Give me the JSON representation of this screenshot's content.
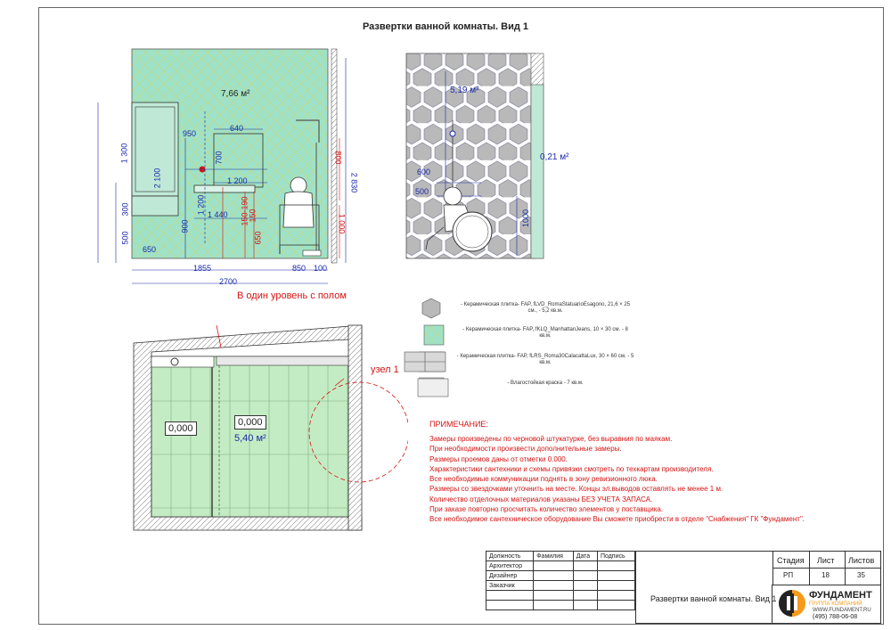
{
  "title": "Развертки ванной комнаты. Вид 1",
  "view1": {
    "area": "7,66 м²",
    "dims": {
      "d640": "640",
      "d950": "950",
      "d700": "700",
      "d1200a": "1 200",
      "d1200b": "1 200",
      "d1440": "1 440",
      "d2100": "2 100",
      "d150": "150",
      "d900": "900",
      "d650v": "650",
      "d150_190": "150-190",
      "d150b": "150",
      "d1300": "1 300",
      "d300": "300",
      "d500": "500",
      "d650h": "650",
      "d1855": "1855",
      "d850": "850",
      "d100": "100",
      "d2700": "2700",
      "d800": "800",
      "d2830": "2 830",
      "d1000": "1 000"
    }
  },
  "view2": {
    "area_main": "5,19 м²",
    "area_small": "0,21 м²",
    "dims": {
      "d600": "600",
      "d500": "500",
      "d1000": "1000"
    }
  },
  "plan": {
    "annotation": "В один уровень  с полом",
    "node": "узел 1",
    "level_left": "0,000",
    "level_right": "0,000",
    "area": "5,40 м²"
  },
  "legend": [
    {
      "icon": "hexagon-tile-icon",
      "text": "- Керамическая плитка- FAP, fLVD_RomaStatuarioEsagono, 21,6 × 25 см., - 5,2 кв.м."
    },
    {
      "icon": "herringbone-tile-icon",
      "text": "- Керамическая плитка- FAP, fKLQ_ManhattanJeans, 10 × 30 см. - 8 кв.м."
    },
    {
      "icon": "large-tile-icon",
      "text": "- Керамическая плитка- FAP, fLRS_Roma30CalacattaLux, 30 × 60 см. - 5 кв.м."
    },
    {
      "icon": "paint-swatch-icon",
      "text": "- Влагостойкая краска - 7 кв.м."
    }
  ],
  "notes": {
    "title": "ПРИМЕЧАНИЕ:",
    "lines": [
      "Замеры произведены по черновой штукатурке, без выравния по маякам.",
      "При необходимости произвести дополнительные замеры.",
      "Размеры проемов даны от отметки 0.000.",
      "Характеристики сантехники и схемы привязки смотреть по техкартам производителя.",
      "Все необходимые коммуникации поднять в зону ревизионного люка.",
      "Размеры со звездочками уточнить на месте. Концы эл.выводов оставлять не менее 1 м.",
      "Количество отделочных материалов указаны БЕЗ УЧЕТА ЗАПАСА.",
      "При заказе повторно просчитать количество элементов у поставщика.",
      "Все необходимое сантехническое оборудование Вы сможете приобрести в отделе \"Снабжения\"  ГК \"Фундамент\"."
    ]
  },
  "stamp": {
    "headers": [
      "Должность",
      "Фамилия",
      "Дата",
      "Подпись"
    ],
    "roles": [
      "Архитектор",
      "Дизайнер",
      "Заказчик"
    ],
    "stage_label": "Стадия",
    "sheet_label": "Лист",
    "sheets_label": "Листов",
    "stage": "РП",
    "sheet": "18",
    "sheets": "35",
    "sheet_title": "Развертки ванной комнаты. Вид 1",
    "company": "ФУНДАМЕНТ",
    "company_sub": "ГРУППА КОМПАНИЙ",
    "website": "WWW.FUNDAMENT.RU",
    "phone": "(495) 788-06-08"
  },
  "colors": {
    "tile_green": "#9ee2c9",
    "plan_green": "#c4ecc4",
    "dim_blue": "#1a2aa8",
    "accent_red": "#d41414",
    "hex_grey": "#b9b9b9",
    "logo_orange": "#f59a1b"
  }
}
